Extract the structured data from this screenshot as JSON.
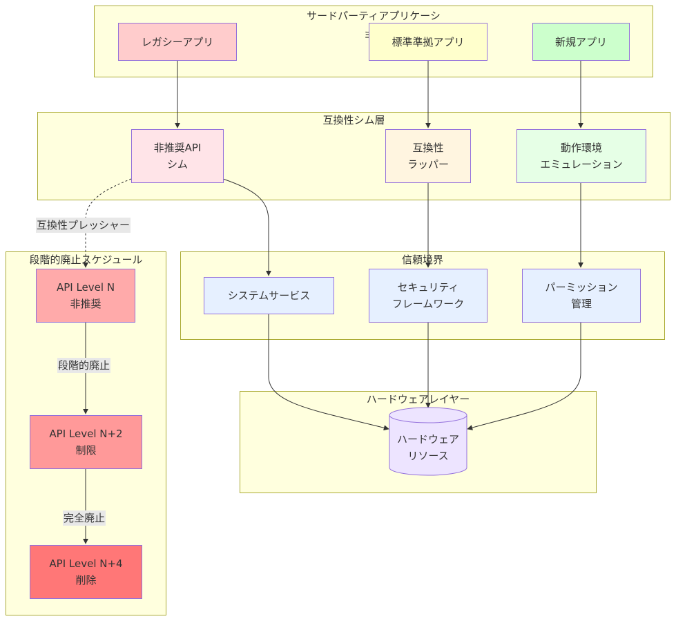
{
  "clusters": {
    "third_party": "サードパーティアプリケーション",
    "shim": "互換性シム層",
    "deprecation": "段階的廃止スケジュール",
    "trust": "信頼境界",
    "hardware": "ハードウェアレイヤー"
  },
  "nodes": {
    "legacy_app": "レガシーアプリ",
    "standard_app": "標準準拠アプリ",
    "new_app": "新規アプリ",
    "deprecated_shim": [
      "非推奨API",
      "シム"
    ],
    "compat_wrapper": [
      "互換性",
      "ラッパー"
    ],
    "env_emulation": [
      "動作環境",
      "エミュレーション"
    ],
    "api_n": [
      "API Level N",
      "非推奨"
    ],
    "api_n2": [
      "API Level N+2",
      "制限"
    ],
    "api_n4": [
      "API Level N+4",
      "削除"
    ],
    "system_services": "システムサービス",
    "security_framework": [
      "セキュリティ",
      "フレームワーク"
    ],
    "permission_mgmt": [
      "パーミッション",
      "管理"
    ],
    "hardware_resources": [
      "ハードウェア",
      "リソース"
    ]
  },
  "edge_labels": {
    "pressure": "互換性プレッシャー",
    "phased": "段階的廃止",
    "full": "完全廃止"
  },
  "colors": {
    "cluster_fill": "#ffffde",
    "cluster_border": "#aaaa33",
    "node_border": "#9370db",
    "legacy": "#ffcccc",
    "standard": "#ffffcc",
    "new": "#ccffcc",
    "shim_deprecated": "#ffe4e8",
    "shim_compat": "#fff5e0",
    "shim_env": "#e6ffe6",
    "trust_nodes": "#e6f0ff",
    "api_n": "#ffaaaa",
    "api_n2": "#ff9999",
    "api_n4": "#ff7777",
    "hardware": "#ede4ff"
  }
}
